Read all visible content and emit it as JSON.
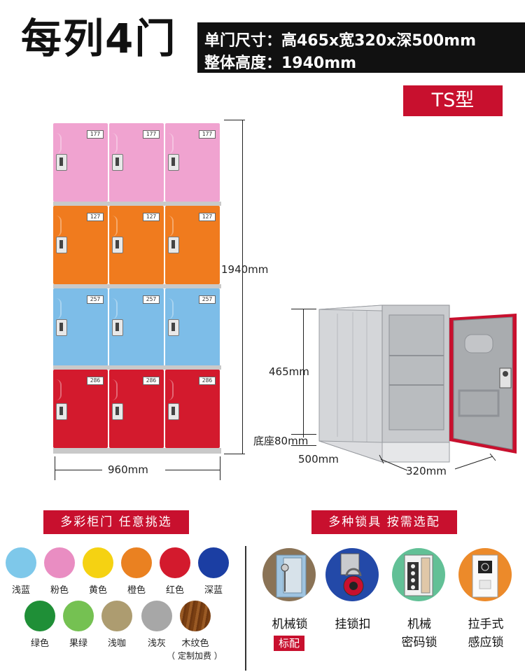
{
  "header": {
    "title": "每列4门",
    "spec_line1": "单门尺寸：高465x宽320x深500mm",
    "spec_line2": "整体高度：1940mm",
    "model_badge": "TS型"
  },
  "dimensions": {
    "total_height": "1940mm",
    "total_width": "960mm",
    "door_height": "465mm",
    "base_height": "底座80mm",
    "depth": "500mm",
    "door_width": "320mm"
  },
  "locker_rows": [
    {
      "color": "#f0a3d0",
      "number": "177"
    },
    {
      "color": "#f07b1e",
      "number": "127"
    },
    {
      "color": "#7dbde8",
      "number": "257"
    },
    {
      "color": "#d31a2d",
      "number": "286"
    }
  ],
  "colors_section": {
    "title": "多彩柜门 任意挑选",
    "swatches": [
      {
        "name": "浅蓝",
        "color": "#7ec8ea"
      },
      {
        "name": "粉色",
        "color": "#e98dc2"
      },
      {
        "name": "黄色",
        "color": "#f5d212"
      },
      {
        "name": "橙色",
        "color": "#ea8121"
      },
      {
        "name": "红色",
        "color": "#d31a2d"
      },
      {
        "name": "深蓝",
        "color": "#1b3ea3"
      },
      {
        "name": "绿色",
        "color": "#1f8f37"
      },
      {
        "name": "果绿",
        "color": "#75c152"
      },
      {
        "name": "浅咖",
        "color": "#ad9c70"
      },
      {
        "name": "浅灰",
        "color": "#a7a7a7"
      },
      {
        "name": "木纹色",
        "color": "#8b4a17"
      }
    ],
    "wood_note": "（ 定制加费 ）"
  },
  "locks_section": {
    "title": "多种锁具 按需选配",
    "items": [
      {
        "label1": "机械锁",
        "label2": ""
      },
      {
        "label1": "挂锁扣",
        "label2": ""
      },
      {
        "label1": "机械",
        "label2": "密码锁"
      },
      {
        "label1": "拉手式",
        "label2": "感应锁"
      }
    ],
    "standard_badge": "标配"
  }
}
